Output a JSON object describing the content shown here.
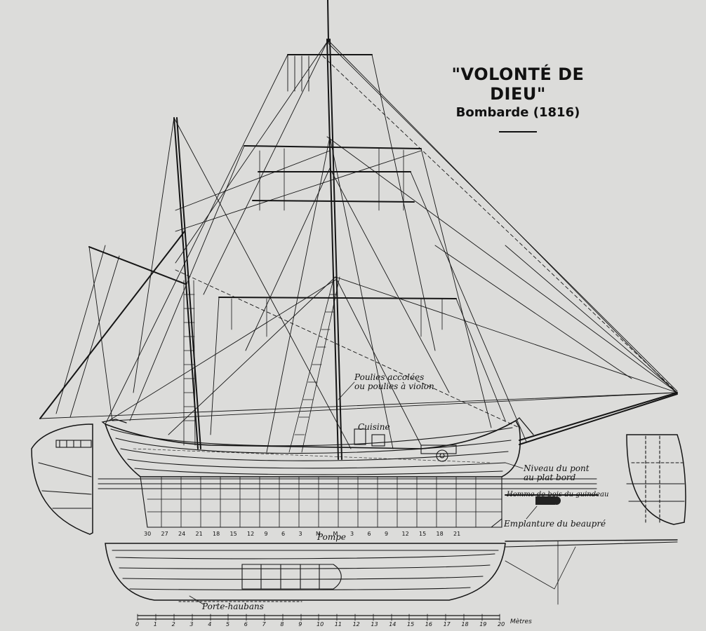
{
  "title": {
    "name": "\"VOLONTÉ DE DIEU\"",
    "subtitle": "Bombarde (1816)"
  },
  "labels": {
    "poulies": "Poulies accolées\nou poulies à violon",
    "cuisine": "Cuisine",
    "niveau": "Niveau du pont\nau plat bord",
    "homme": "Homme de bois du guindeau",
    "emplanture": "Emplanture du beaupré",
    "pompe": "Pompe",
    "porte_haubans": "Porte-haubans"
  },
  "frame_numbers": [
    "30",
    "27",
    "24",
    "21",
    "18",
    "15",
    "12",
    "9",
    "6",
    "3",
    "M",
    "M",
    "3",
    "6",
    "9",
    "12",
    "15",
    "18",
    "21"
  ],
  "scale": {
    "ticks": [
      "0",
      "1",
      "2",
      "3",
      "4",
      "5",
      "6",
      "7",
      "8",
      "9",
      "10",
      "11",
      "12",
      "13",
      "14",
      "15",
      "16",
      "17",
      "18",
      "19",
      "20"
    ],
    "unit": "Mètres"
  },
  "colors": {
    "paper": "#dcdcda",
    "ink": "#151515"
  }
}
